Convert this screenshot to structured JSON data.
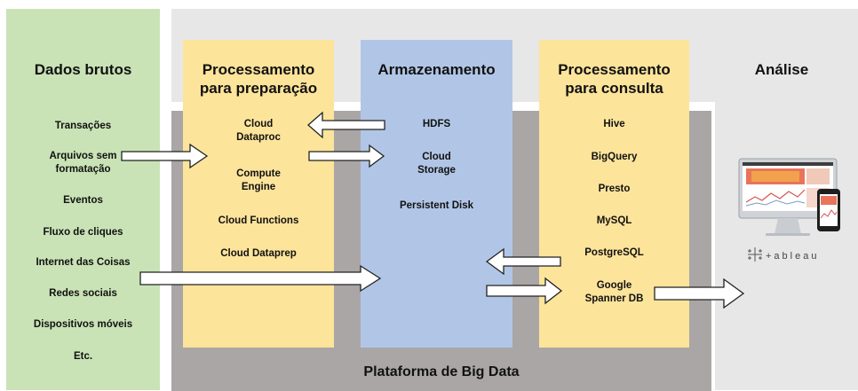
{
  "sections": {
    "raw": {
      "title": "Dados brutos",
      "items": [
        "Transações",
        "Arquivos sem\nformatação",
        "Eventos",
        "Fluxo de cliques",
        "Internet das Coisas",
        "Redes sociais",
        "Dispositivos móveis",
        "Etc."
      ]
    },
    "prep": {
      "title": "Processamento\npara preparação",
      "items": [
        "Cloud\nDataproc",
        "Compute\nEngine",
        "Cloud Functions",
        "Cloud Dataprep"
      ]
    },
    "storage": {
      "title": "Armazenamento",
      "items": [
        "HDFS",
        "Cloud\nStorage",
        "Persistent Disk"
      ]
    },
    "query": {
      "title": "Processamento\npara consulta",
      "items": [
        "Hive",
        "BigQuery",
        "Presto",
        "MySQL",
        "PostgreSQL",
        "Google\nSpanner DB"
      ]
    },
    "analysis": {
      "title": "Análise",
      "logo_text": "+ableau"
    }
  },
  "platform_label": "Plataforma de Big Data",
  "colors": {
    "raw_bg": "#c9e3b6",
    "outer_bg": "#e7e7e7",
    "platform_bg": "#aaa6a5",
    "prep_bg": "#fde49b",
    "storage_bg": "#b1c6e6",
    "query_bg": "#fde49b"
  },
  "icons": [
    "arrow-icon",
    "monitor-icon",
    "phone-icon",
    "tableau-logo-icon"
  ]
}
